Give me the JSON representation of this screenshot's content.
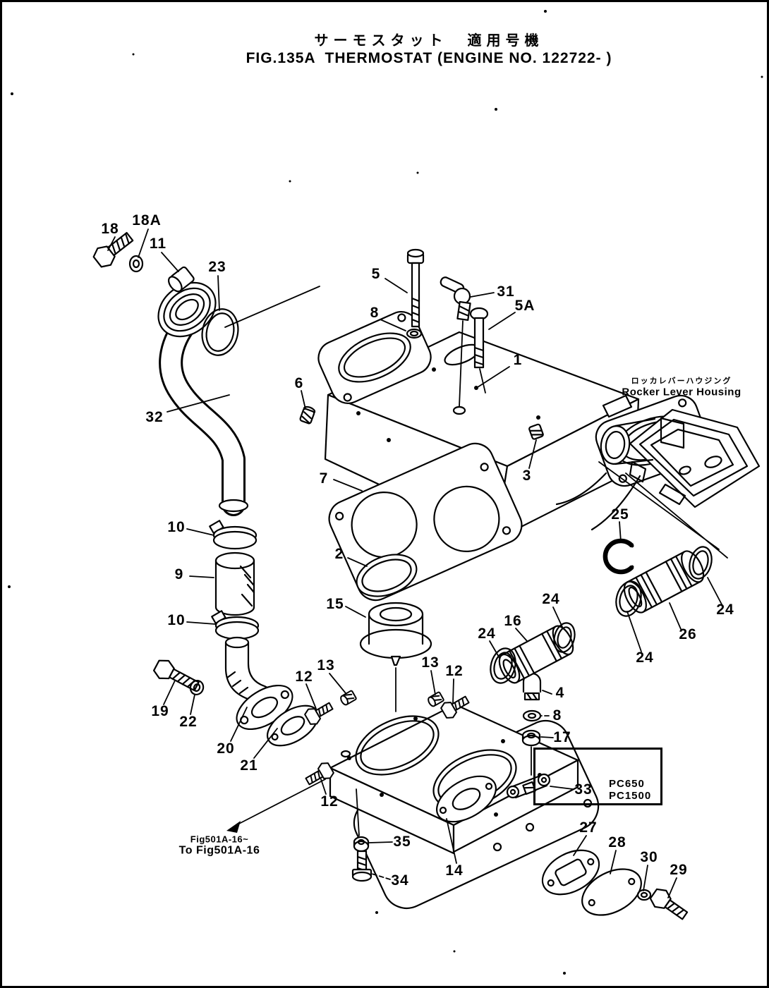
{
  "colors": {
    "ink": "#000000",
    "paper": "#ffffff"
  },
  "figure": {
    "title_ja": "サーモスタット  適用号機",
    "title_en": "FIG.135A  THERMOSTAT (ENGINE NO. 122722- )"
  },
  "annotations": {
    "rocker_lever_housing_ja": "ロッカレバーハウジング",
    "rocker_lever_housing_en": "Rocker Lever Housing",
    "model_applicability": {
      "line1": "PC650",
      "line2": "PC1500"
    },
    "figure_reference": {
      "line1": "Fig501A-16~",
      "line2": "To Fig501A-16"
    }
  },
  "part_labels": [
    {
      "text": "18"
    },
    {
      "text": "18A"
    },
    {
      "text": "11"
    },
    {
      "text": "23"
    },
    {
      "text": "5"
    },
    {
      "text": "31"
    },
    {
      "text": "5A"
    },
    {
      "text": "8"
    },
    {
      "text": "1"
    },
    {
      "text": "6"
    },
    {
      "text": "32"
    },
    {
      "text": "3"
    },
    {
      "text": "7"
    },
    {
      "text": "25"
    },
    {
      "text": "10"
    },
    {
      "text": "9"
    },
    {
      "text": "2"
    },
    {
      "text": "15"
    },
    {
      "text": "24"
    },
    {
      "text": "16"
    },
    {
      "text": "24"
    },
    {
      "text": "26"
    },
    {
      "text": "24"
    },
    {
      "text": "24"
    },
    {
      "text": "10"
    },
    {
      "text": "13"
    },
    {
      "text": "12"
    },
    {
      "text": "13"
    },
    {
      "text": "12"
    },
    {
      "text": "4"
    },
    {
      "text": "8"
    },
    {
      "text": "17"
    },
    {
      "text": "19"
    },
    {
      "text": "22"
    },
    {
      "text": "20"
    },
    {
      "text": "21"
    },
    {
      "text": "33"
    },
    {
      "text": "12"
    },
    {
      "text": "27"
    },
    {
      "text": "28"
    },
    {
      "text": "30"
    },
    {
      "text": "29"
    },
    {
      "text": "35"
    },
    {
      "text": "14"
    },
    {
      "text": "34"
    }
  ]
}
